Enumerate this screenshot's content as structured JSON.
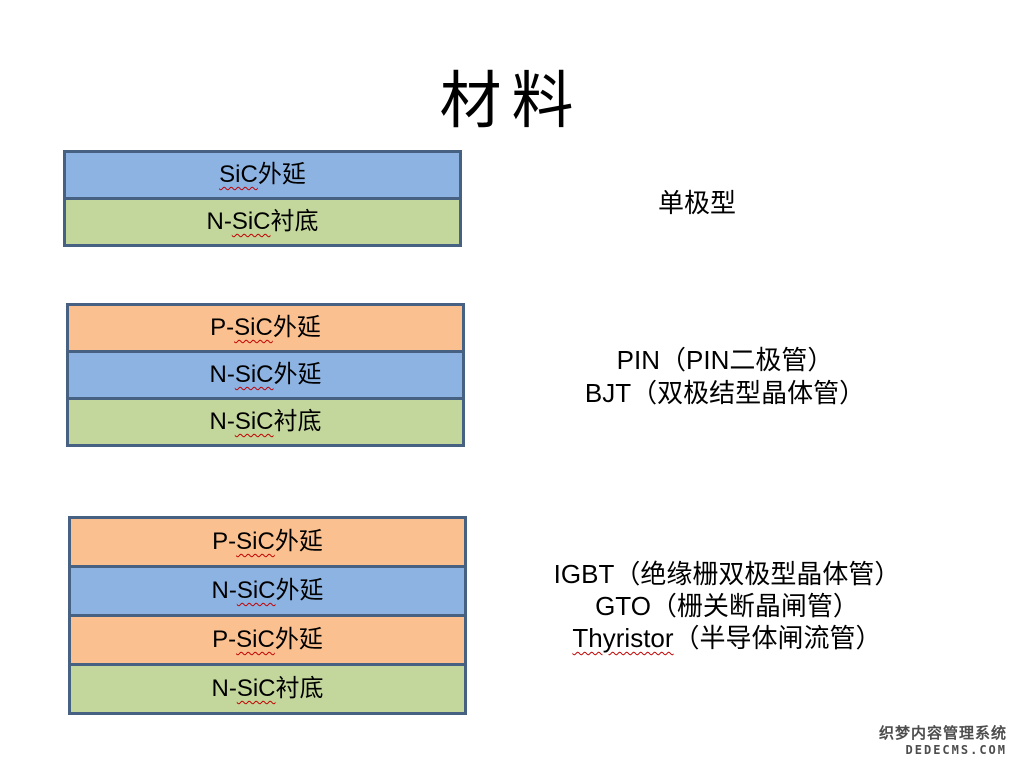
{
  "page": {
    "title": "材料"
  },
  "colors": {
    "layer_blue": "#8DB3E2",
    "layer_green": "#C3D69B",
    "layer_orange": "#FAC08F",
    "layer_border": "#466181",
    "spellcheck_red": "#C00000"
  },
  "stacks": [
    {
      "layers": [
        {
          "prefix": "",
          "core": "SiC",
          "suffix": "外延",
          "color": "blue"
        },
        {
          "prefix": "N-",
          "core": "SiC",
          "suffix": "衬底",
          "color": "green"
        }
      ]
    },
    {
      "layers": [
        {
          "prefix": "P-",
          "core": "SiC",
          "suffix": "外延",
          "color": "orange"
        },
        {
          "prefix": "N-",
          "core": "SiC",
          "suffix": "外延",
          "color": "blue"
        },
        {
          "prefix": "N-",
          "core": "SiC",
          "suffix": "衬底",
          "color": "green"
        }
      ]
    },
    {
      "layers": [
        {
          "prefix": "P-",
          "core": "SiC",
          "suffix": "外延",
          "color": "orange"
        },
        {
          "prefix": "N-",
          "core": "SiC",
          "suffix": "外延",
          "color": "blue"
        },
        {
          "prefix": "P-",
          "core": "SiC",
          "suffix": "外延",
          "color": "orange"
        },
        {
          "prefix": "N-",
          "core": "SiC",
          "suffix": "衬底",
          "color": "green"
        }
      ]
    }
  ],
  "captions": [
    {
      "lines": [
        {
          "wavy": "",
          "text": "单极型"
        }
      ]
    },
    {
      "lines": [
        {
          "wavy": "",
          "text": "PIN（PIN二极管）"
        },
        {
          "wavy": "",
          "text": "BJT（双极结型晶体管）"
        }
      ]
    },
    {
      "lines": [
        {
          "wavy": "",
          "text": "IGBT（绝缘栅双极型晶体管）"
        },
        {
          "wavy": "",
          "text": "GTO（栅关断晶闸管）"
        },
        {
          "wavy": "Thyristor",
          "text": "（半导体闸流管）"
        }
      ]
    }
  ],
  "watermark": {
    "line1": "织梦内容管理系统",
    "line2": "DEDECMS.COM"
  }
}
